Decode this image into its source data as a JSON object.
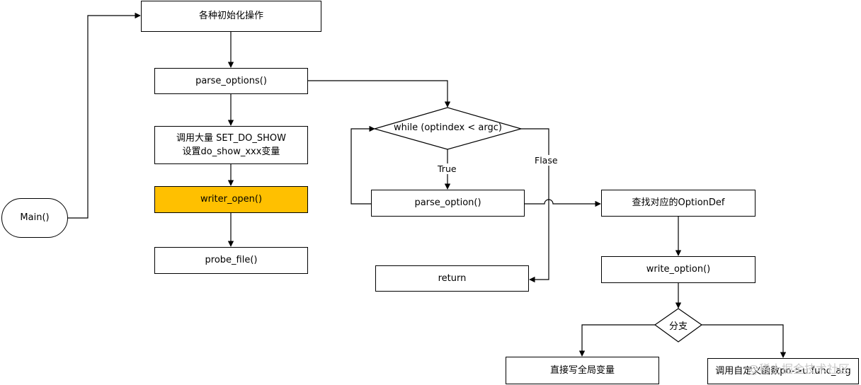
{
  "nodes": {
    "main": "Main()",
    "init": "各种初始化操作",
    "parse_options": "parse_options()",
    "set_do_show_line1": "调用大量 SET_DO_SHOW",
    "set_do_show_line2": "设置do_show_xxx变量",
    "writer_open": "writer_open()",
    "probe_file": "probe_file()",
    "while_cond": "while (optindex < argc)",
    "parse_option": "parse_option()",
    "return": "return",
    "find_optiondef": "查找对应的OptionDef",
    "write_option": "write_option()",
    "branch": "分支",
    "write_global": "直接写全局变量",
    "call_func": "调用自定义函数po->u.func_arg"
  },
  "edge_labels": {
    "true": "True",
    "false": "Flase"
  },
  "colors": {
    "highlight": "#ffc000"
  },
  "watermark": "@稀土掘金技术社区"
}
